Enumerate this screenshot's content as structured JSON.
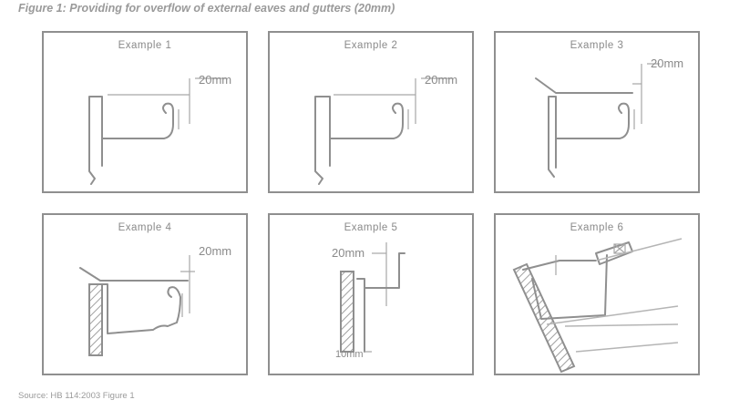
{
  "figure": {
    "title": "Figure 1: Providing for overflow of external eaves and gutters (20mm)",
    "source": "Source: HB 114:2003 Figure 1"
  },
  "panels": [
    {
      "label": "Example 1",
      "dimension": "20mm"
    },
    {
      "label": "Example 2",
      "dimension": "20mm"
    },
    {
      "label": "Example 3",
      "dimension": "20mm"
    },
    {
      "label": "Example 4",
      "dimension": "20mm"
    },
    {
      "label": "Example 5",
      "dimension": "20mm",
      "dimension_2": "10mm"
    },
    {
      "label": "Example 6"
    }
  ]
}
